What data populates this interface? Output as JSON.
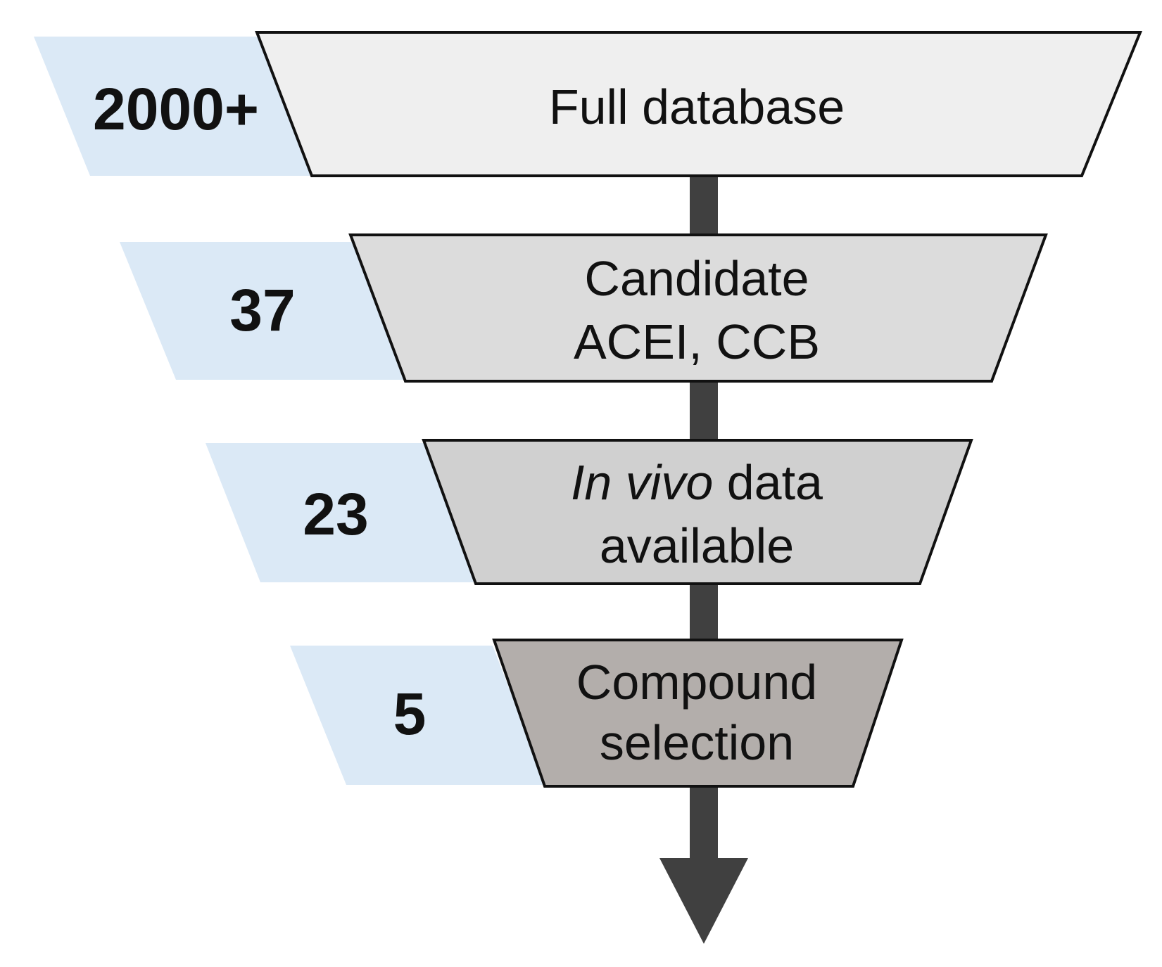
{
  "colors": {
    "count_band": "#dbe9f6",
    "arrow": "#404040",
    "stage_outline": "#111111",
    "stage_fills": [
      "#efefef",
      "#dcdcdc",
      "#d0d0d0",
      "#b3aeab"
    ]
  },
  "stages": [
    {
      "count": "2000+",
      "line1": "Full database",
      "line2": ""
    },
    {
      "count": "37",
      "line1": "Candidate",
      "line2": "ACEI, CCB"
    },
    {
      "count": "23",
      "line1_italic": "In vivo",
      "line1": " data",
      "line2": "available"
    },
    {
      "count": "5",
      "line1": "Compound",
      "line2": "selection"
    }
  ]
}
